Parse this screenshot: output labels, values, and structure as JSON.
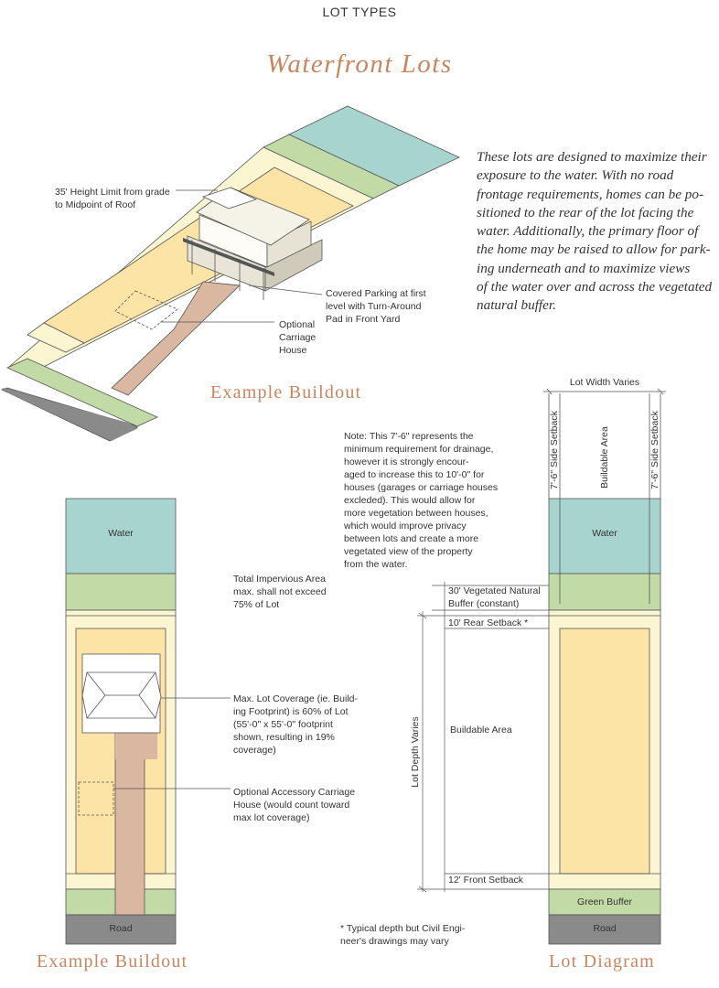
{
  "colors": {
    "water": "#a8d4d0",
    "green": "#c2dba6",
    "buffer": "#fbf5d2",
    "buildable": "#fce3a6",
    "road": "#8a8a8a",
    "driveway": "#d9b7a0",
    "caption": "#c8855e"
  },
  "header": {
    "section": "LOT TYPES",
    "title": "Waterfront Lots"
  },
  "description": [
    "These lots are designed to maximize their",
    "exposure to the water. With no road",
    "frontage requirements, homes can be po-",
    "sitioned to the rear of the lot facing the",
    "water. Additionally, the primary floor of",
    "the home may be raised to allow for park-",
    "ing underneath and to maximize views",
    "of the water over and across the vegetated",
    "natural buffer."
  ],
  "iso": {
    "caption": "Example Buildout",
    "height_note": [
      "35' Height Limit from grade",
      "to Midpoint of Roof"
    ],
    "parking_note": [
      "Covered Parking at first",
      "level with Turn-Around",
      "Pad in Front Yard"
    ],
    "carriage_note": [
      "Optional",
      "Carriage",
      "House"
    ]
  },
  "plan": {
    "caption": "Example Buildout",
    "water": "Water",
    "road": "Road",
    "impervious_note": [
      "Total Impervious Area",
      "max. shall not exceed",
      "75% of Lot"
    ],
    "coverage_note": [
      "Max. Lot Coverage (ie. Build-",
      "ing Footprint) is 60% of Lot",
      "(55'-0\" x 55'-0\" footprint",
      "shown, resulting in 19%",
      "coverage)"
    ],
    "accessory_note": [
      "Optional Accessory Carriage",
      "House (would count toward",
      "max lot coverage)"
    ]
  },
  "diagram": {
    "caption": "Lot Diagram",
    "lot_width": "Lot Width Varies",
    "side_setback": "7'-6\" Side Setback",
    "buildable_vertical": "Buildable Area",
    "water": "Water",
    "green_buffer": "Green Buffer",
    "road": "Road",
    "vegetated_buffer": [
      "30' Vegetated Natural",
      "Buffer (constant)"
    ],
    "rear_setback": "10' Rear Setback *",
    "buildable": "Buildable Area",
    "front_setback": "12' Front Setback",
    "lot_depth": "Lot Depth Varies",
    "drainage_note": [
      "Note: This 7'-6\" represents the",
      "minimum requirement for drainage,",
      "however it is strongly encour-",
      "aged to increase this to 10'-0\" for",
      "houses (garages or carriage houses",
      "excleded). This would allow for",
      "more vegetation between houses,",
      "which would improve privacy",
      "between lots and create a more",
      "vegetated view of the property",
      "from the water."
    ],
    "footnote": [
      "* Typical depth but Civil Engi-",
      "neer's drawings may vary"
    ]
  }
}
